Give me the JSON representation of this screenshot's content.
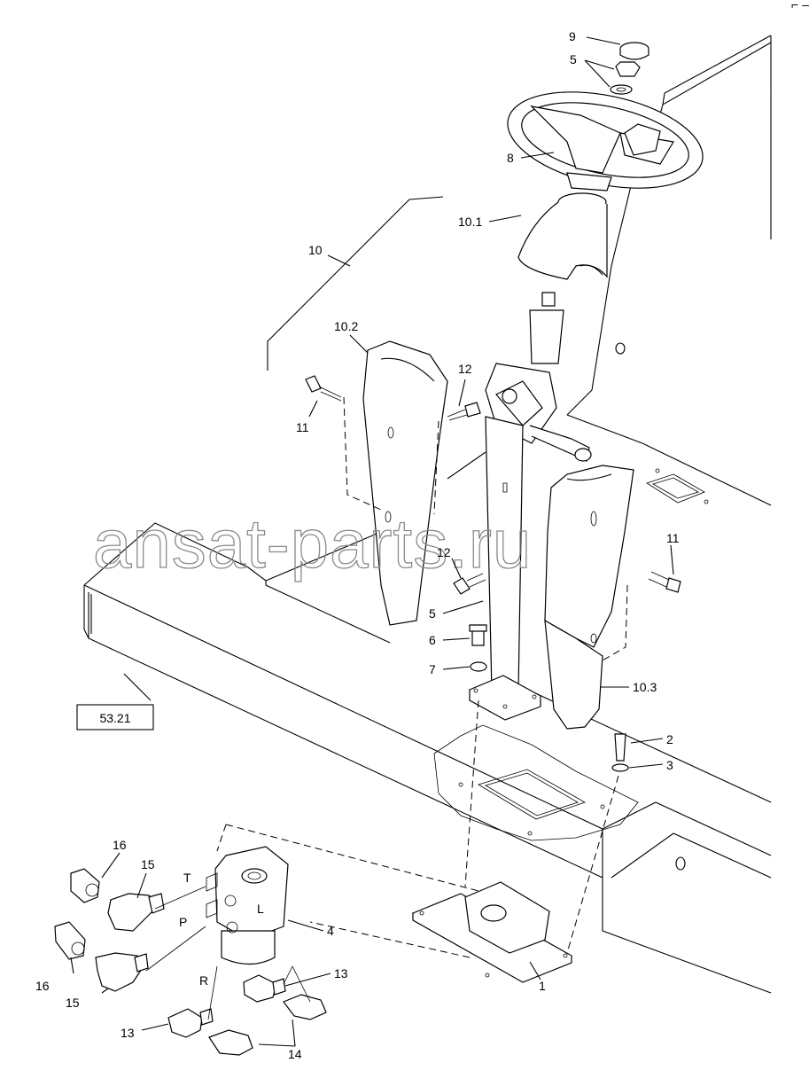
{
  "diagram": {
    "corner_mark": "⌐ ‒",
    "watermark": "ansat-parts.ru",
    "reference_box": "53.21",
    "callouts": [
      {
        "id": "c9",
        "label": "9"
      },
      {
        "id": "c5a",
        "label": "5"
      },
      {
        "id": "c8",
        "label": "8"
      },
      {
        "id": "c10_1",
        "label": "10.1"
      },
      {
        "id": "c10",
        "label": "10"
      },
      {
        "id": "c10_2",
        "label": "10.2"
      },
      {
        "id": "c12a",
        "label": "12"
      },
      {
        "id": "c11a",
        "label": "11"
      },
      {
        "id": "c12b",
        "label": "12"
      },
      {
        "id": "c11b",
        "label": "11"
      },
      {
        "id": "c5b",
        "label": "5"
      },
      {
        "id": "c6",
        "label": "6"
      },
      {
        "id": "c7",
        "label": "7"
      },
      {
        "id": "c10_3",
        "label": "10.3"
      },
      {
        "id": "c2",
        "label": "2"
      },
      {
        "id": "c3",
        "label": "3"
      },
      {
        "id": "c16a",
        "label": "16"
      },
      {
        "id": "c15a",
        "label": "15"
      },
      {
        "id": "cT",
        "label": "T"
      },
      {
        "id": "cL",
        "label": "L"
      },
      {
        "id": "cP",
        "label": "P"
      },
      {
        "id": "c4",
        "label": "4"
      },
      {
        "id": "c16b",
        "label": "16"
      },
      {
        "id": "c15b",
        "label": "15"
      },
      {
        "id": "cR",
        "label": "R"
      },
      {
        "id": "c13a",
        "label": "13"
      },
      {
        "id": "c1",
        "label": "1"
      },
      {
        "id": "c13b",
        "label": "13"
      },
      {
        "id": "c14",
        "label": "14"
      }
    ]
  }
}
